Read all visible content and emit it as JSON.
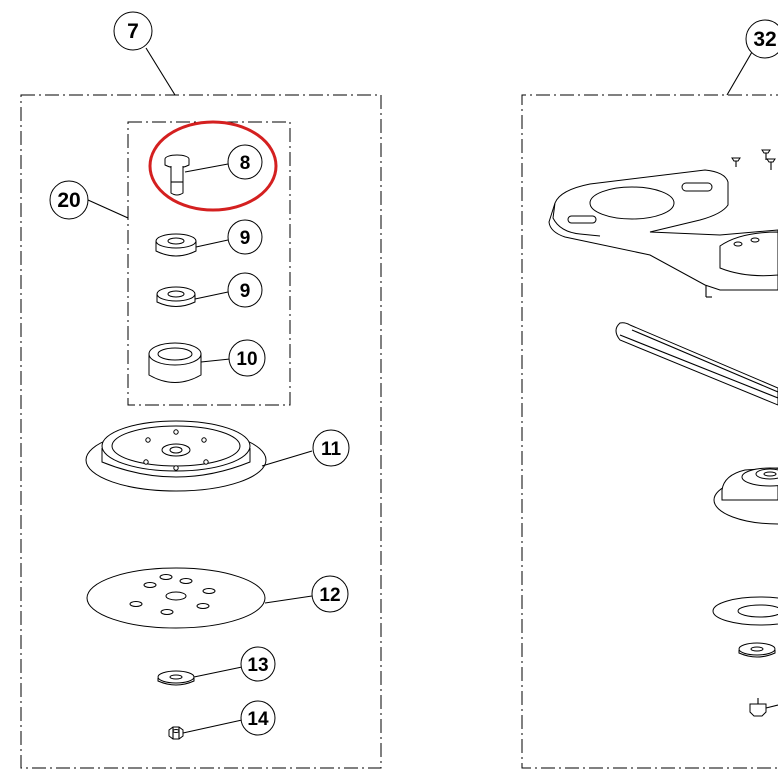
{
  "callouts": {
    "c7": "7",
    "c8": "8",
    "c9a": "9",
    "c9b": "9",
    "c10": "10",
    "c11": "11",
    "c12": "12",
    "c13": "13",
    "c14": "14",
    "c20": "20",
    "c32": "32"
  },
  "highlight": {
    "color": "#d42020",
    "target": "8"
  }
}
